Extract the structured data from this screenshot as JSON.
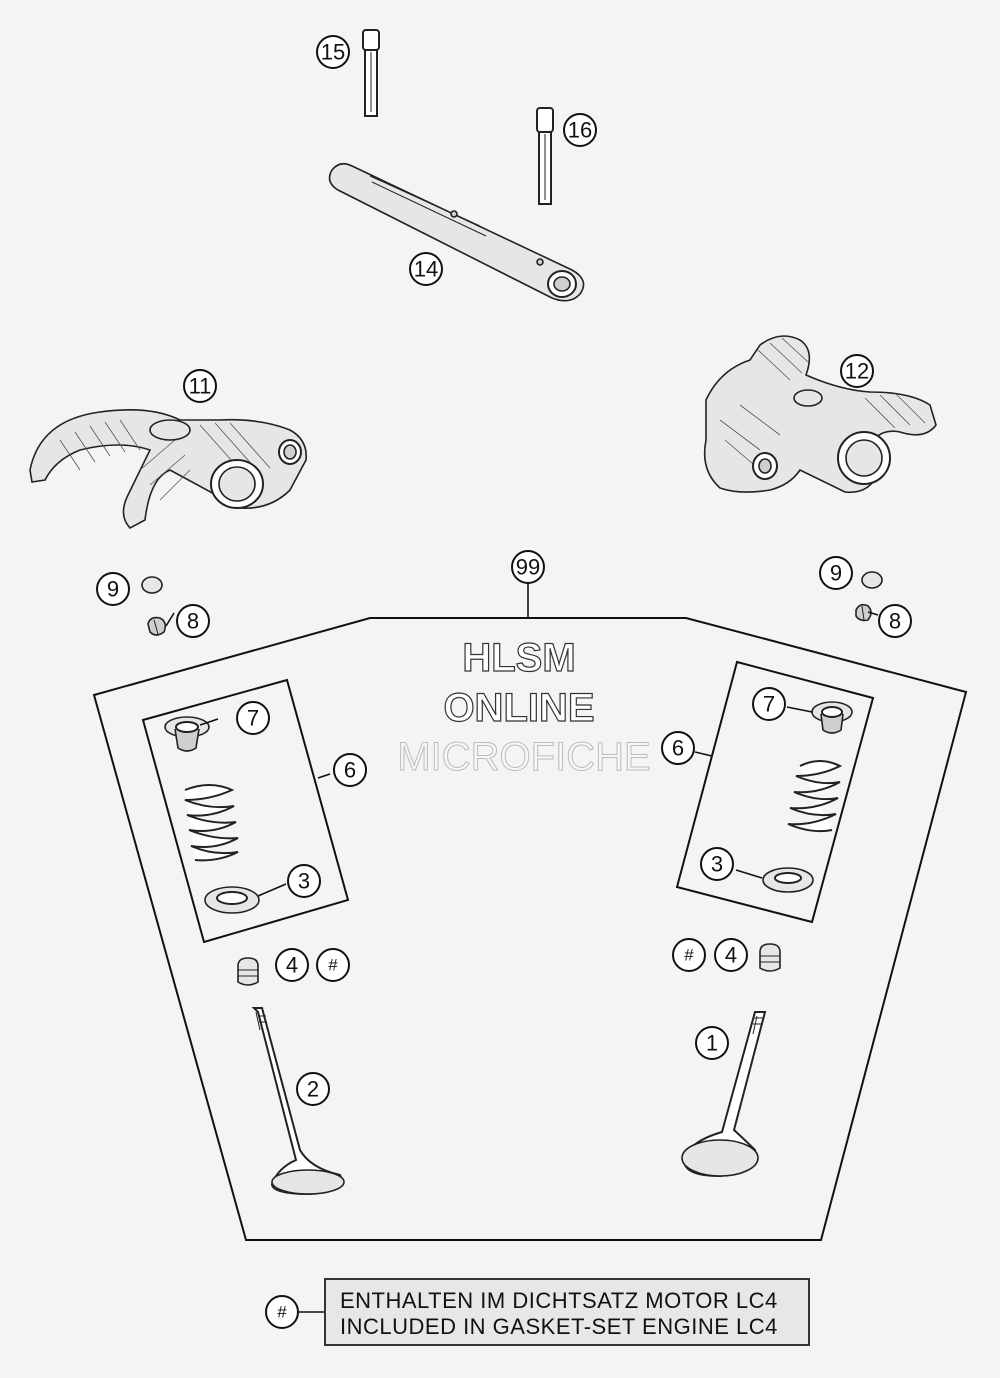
{
  "callouts": {
    "c1": "1",
    "c2": "2",
    "c3a": "3",
    "c3b": "3",
    "c4a": "4",
    "c4b": "4",
    "c6a": "6",
    "c6b": "6",
    "c7a": "7",
    "c7b": "7",
    "c8a": "8",
    "c8b": "8",
    "c9a": "9",
    "c9b": "9",
    "c11": "11",
    "c12": "12",
    "c14": "14",
    "c15": "15",
    "c16": "16",
    "c99": "99",
    "hash_a": "#",
    "hash_b": "#",
    "hash_legend": "#"
  },
  "watermark": {
    "line1": "HLSM",
    "line2": "ONLINE",
    "line3": "MICROFICHE"
  },
  "legend": {
    "line1": "ENTHALTEN IM DICHTSATZ MOTOR LC4",
    "line2": "INCLUDED IN GASKET-SET ENGINE LC4"
  }
}
